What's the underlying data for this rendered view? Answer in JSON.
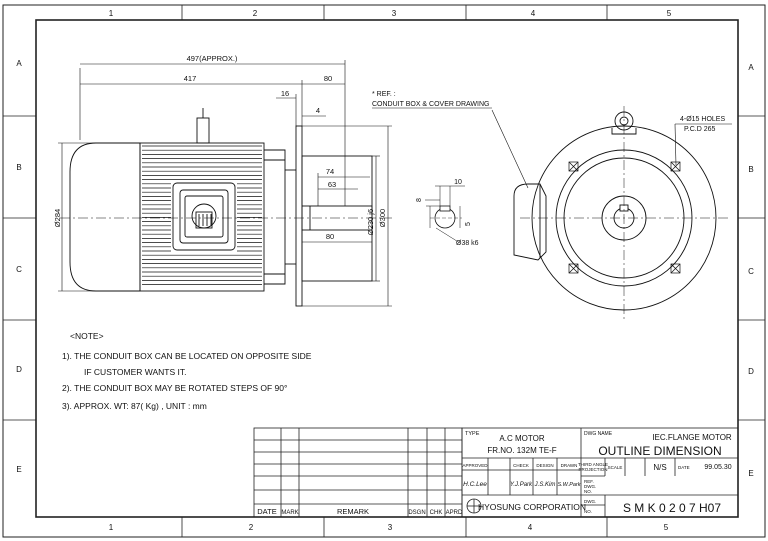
{
  "border": {
    "cols_top": [
      "1",
      "2",
      "3",
      "4",
      "5"
    ],
    "cols_bottom": [
      "1",
      "2",
      "3",
      "4",
      "5"
    ],
    "rows_left": [
      "A",
      "B",
      "C",
      "D",
      "E"
    ],
    "rows_right": [
      "A",
      "B",
      "C",
      "D",
      "E"
    ]
  },
  "dims": {
    "overall": "497(APPROX.)",
    "body": "417",
    "shaft_ext": "80",
    "flange_gap": "16",
    "flange_thk": "4",
    "key_len_74": "74",
    "key_len_63": "63",
    "shaft_80": "80",
    "dia_284": "Ø284",
    "dia_230": "Ø230 j6",
    "dia_300": "Ø300",
    "key_w": "10",
    "key_h": "8",
    "key_5": "5",
    "shaft_dia": "Ø38 k6",
    "holes": "4-Ø15 HOLES",
    "pcd": "P.C.D 265"
  },
  "ref": {
    "line1": "* REF. :",
    "line2": "CONDUIT BOX & COVER DRAWING"
  },
  "notes": {
    "title": "<NOTE>",
    "n1": "1). THE CONDUIT BOX CAN BE LOCATED ON OPPOSITE SIDE",
    "n1b": "IF CUSTOMER WANTS IT.",
    "n2": "2). THE CONDUIT BOX  MAY BE ROTATED STEPS OF 90°",
    "n3": "3). APPROX. WT: 87( Kg) , UNIT :  mm"
  },
  "revision": {
    "date": "DATE",
    "mark": "MARK",
    "remark": "REMARK",
    "dsgn": "DSGN",
    "chk": "CHK",
    "aprd": "APRD"
  },
  "title_block": {
    "type_label": "TYPE",
    "type_line1": "A.C MOTOR",
    "type_line2": "FR.NO. 132M TE-F",
    "approved": "APPROVED",
    "check": "CHECK",
    "design": "DESIGN",
    "drawn": "DRAWN",
    "sig_approved": "H.C.Lee",
    "sig_check": "Y.J.Park",
    "sig_design": "J.S.Kim",
    "sig_drawn": "S.W.Park",
    "company": "HYOSUNG CORPORATION",
    "dwg_name_label": "DWG NAME",
    "dwg_name1": "IEC.FLANGE MOTOR",
    "dwg_name2": "OUTLINE DIMENSION",
    "projection": "THIRD ANGLE\nPROJECTION",
    "scale_label": "SCALE",
    "scale": "N/S",
    "date_label": "DATE",
    "date": "99.05.30",
    "ref_dwg": "REF. DWG. NO.",
    "dwg_no_label": "DWG. NO.",
    "dwg_no": "S M K 0 2 0 7 H07"
  }
}
